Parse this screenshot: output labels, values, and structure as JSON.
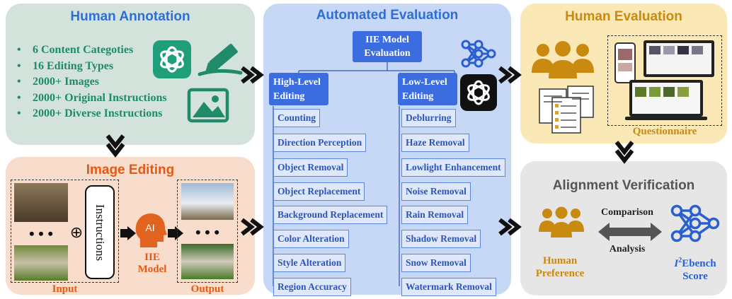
{
  "colors": {
    "annotation_bg": "#d3e3dc",
    "editing_bg": "#f8ddcc",
    "automated_bg": "#c7d7f6",
    "human_eval_bg": "#fae8b6",
    "alignment_bg": "#e6e6e6",
    "teal": "#1f8b6a",
    "orange": "#e25a16",
    "blue": "#2d55b7",
    "gold": "#c88a10",
    "gray_text": "#555555"
  },
  "annotation": {
    "title": "Human Annotation",
    "items": [
      "6 Content Categoties",
      "16 Editing Types",
      "2000+ Images",
      "2000+ Original Instructions",
      "2000+ Diverse Instructions"
    ]
  },
  "editing": {
    "title": "Image Editing",
    "instructions": "Instructions",
    "ellipsis": "• • •",
    "plus": "⊕",
    "ai": "AI",
    "model_label": "IIE\nModel",
    "input_label": "Input",
    "output_label": "Output"
  },
  "automated": {
    "title": "Automated Evaluation",
    "root": "IIE Model\nEvaluation",
    "high_header": "High-Level\nEditing",
    "low_header": "Low-Level\nEditing",
    "high_items": [
      "Counting",
      "Direction Perception",
      "Object Removal",
      "Object Replacement",
      "Background Replacement",
      "Color Alteration",
      "Style Alteration",
      "Region Accuracy"
    ],
    "low_items": [
      "Deblurring",
      "Haze Removal",
      "Lowlight Enhancement",
      "Noise Removal",
      "Rain Removal",
      "Shadow Removal",
      "Snow Removal",
      "Watermark Removal"
    ]
  },
  "human_eval": {
    "title": "Human Evaluation",
    "questionnaire": "Questionnaire"
  },
  "alignment": {
    "title": "Alignment Verification",
    "comparison": "Comparison",
    "analysis": "Analysis",
    "human_pref": "Human\nPreference",
    "score_label": "Ebench\nScore",
    "score_math": "I",
    "score_sup": "2"
  },
  "icons": [
    "openai-logo-icon",
    "pen-icon",
    "image-icon",
    "network-icon",
    "people-icon",
    "documents-icon",
    "devices-icon",
    "ai-head-icon",
    "double-arrow-icon"
  ]
}
